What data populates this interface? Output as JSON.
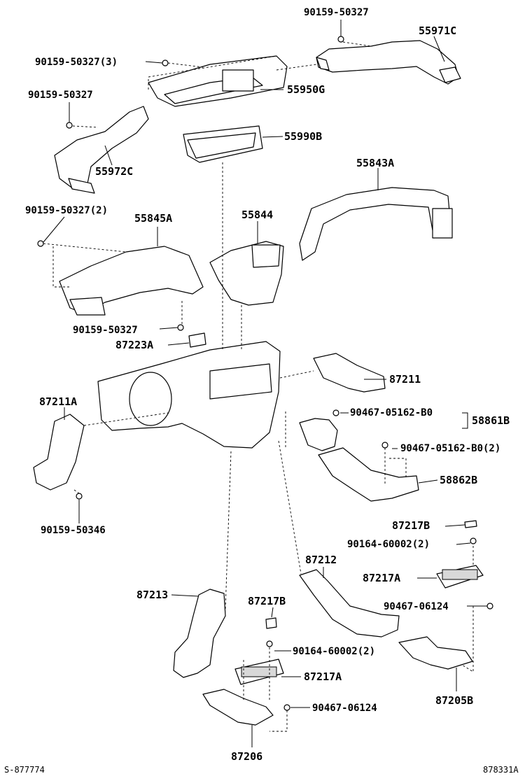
{
  "labels": {
    "p55971c": "55971C",
    "p55950g": "55950G",
    "p55990b": "55990B",
    "p55972c": "55972C",
    "p55843a": "55843A",
    "p55845a": "55845A",
    "p55844": "55844",
    "p87223a": "87223A",
    "p87211": "87211",
    "p87211a": "87211A",
    "p58861b": "58861B",
    "p58862b": "58862B",
    "p87217b_top": "87217B",
    "p87212": "87212",
    "p87217a_top": "87217A",
    "p87213": "87213",
    "p87217b_bot": "87217B",
    "p87217a_bot": "87217A",
    "p87205b": "87205B",
    "p87206": "87206",
    "b_90159_50327_top": "90159-50327",
    "b_90159_50327_3": "90159-50327(3)",
    "b_90159_50327_left": "90159-50327",
    "b_90159_50327_2": "90159-50327(2)",
    "b_90159_50327_mid": "90159-50327",
    "b_90467_05162_b0": "90467-05162-B0",
    "b_90467_05162_b0_2": "90467-05162-B0(2)",
    "b_90159_50346": "90159-50346",
    "b_90164_60002_2_top": "90164-60002(2)",
    "b_90467_06124_top": "90467-06124",
    "b_90164_60002_2_bot": "90164-60002(2)",
    "b_90467_06124_bot": "90467-06124"
  },
  "footer": {
    "left": "S-877774",
    "right": "878331A"
  }
}
